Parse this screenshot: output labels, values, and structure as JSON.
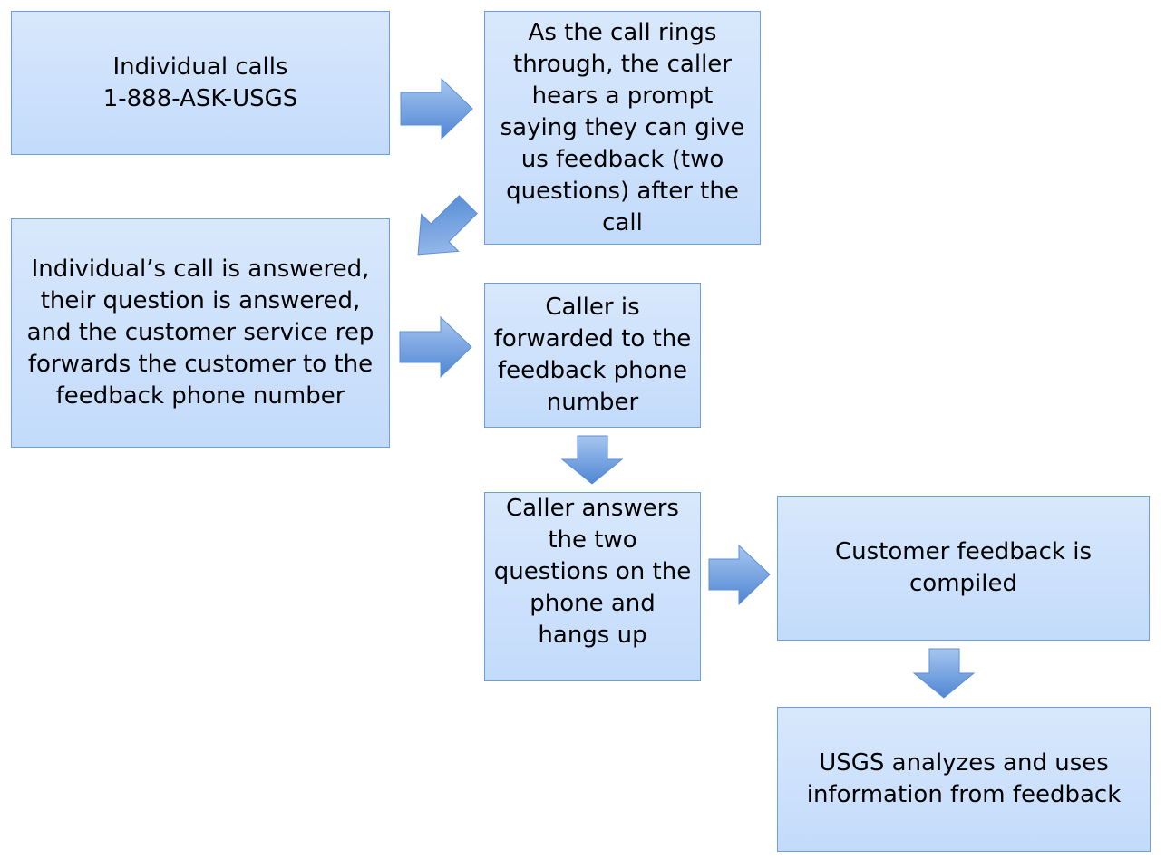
{
  "colors": {
    "box_fill_top": "#d8e8fc",
    "box_fill_bottom": "#c3dbfb",
    "box_border": "#6f9fd8",
    "arrow_fill_light": "#9cc0ee",
    "arrow_fill_dark": "#4f86d3"
  },
  "steps": {
    "call": "Individual calls\n1-888-ASK-USGS",
    "prompt": "As the call rings through, the caller hears a prompt saying they can give us feedback (two questions) after the call",
    "answered": "Individual’s call is answered, their question is answered, and the customer service rep forwards the customer to the feedback phone number",
    "forwarded": "Caller is forwarded to the feedback phone number",
    "answers": "Caller answers the two questions on the phone and hangs up",
    "compiled": "Customer feedback is compiled",
    "analyzes": "USGS analyzes and uses information from feedback"
  }
}
